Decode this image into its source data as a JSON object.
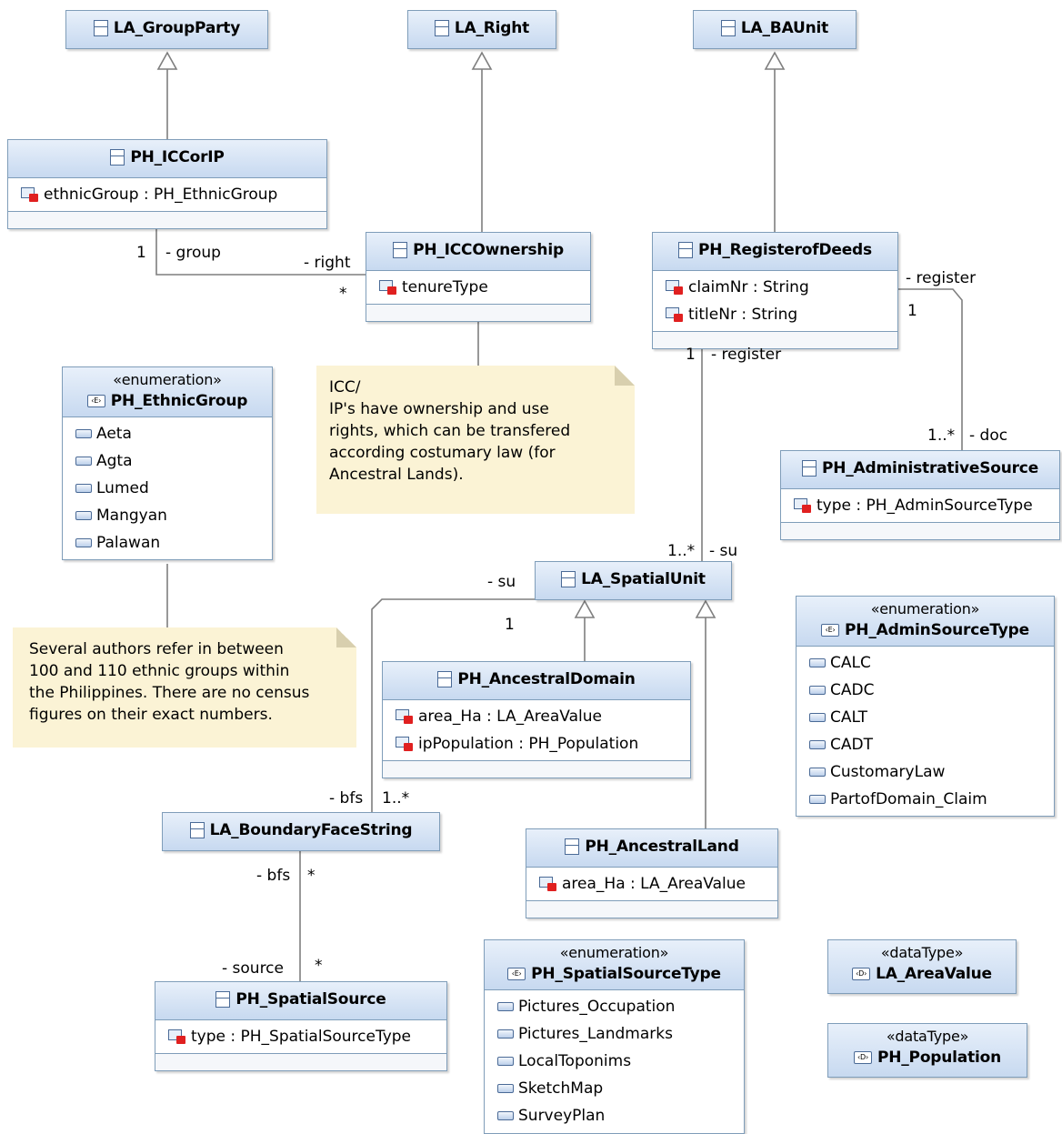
{
  "classes": {
    "la_group_party": {
      "name": "LA_GroupParty"
    },
    "la_right": {
      "name": "LA_Right"
    },
    "la_baunit": {
      "name": "LA_BAUnit"
    },
    "ph_icc_or_ip": {
      "name": "PH_ICCorIP",
      "attributes": [
        "ethnicGroup : PH_EthnicGroup"
      ]
    },
    "ph_icc_ownership": {
      "name": "PH_ICCOwnership",
      "attributes": [
        "tenureType"
      ]
    },
    "ph_register_of_deeds": {
      "name": "PH_RegisterofDeeds",
      "attributes": [
        "claimNr : String",
        "titleNr : String"
      ]
    },
    "ph_administrative_source": {
      "name": "PH_AdministrativeSource",
      "attributes": [
        "type : PH_AdminSourceType"
      ]
    },
    "la_spatial_unit": {
      "name": "LA_SpatialUnit"
    },
    "ph_ancestral_domain": {
      "name": "PH_AncestralDomain",
      "attributes": [
        "area_Ha : LA_AreaValue",
        "ipPopulation : PH_Population"
      ]
    },
    "la_boundary_face_string": {
      "name": "LA_BoundaryFaceString"
    },
    "ph_ancestral_land": {
      "name": "PH_AncestralLand",
      "attributes": [
        "area_Ha : LA_AreaValue"
      ]
    },
    "ph_spatial_source": {
      "name": "PH_SpatialSource",
      "attributes": [
        "type : PH_SpatialSourceType"
      ]
    }
  },
  "enums": {
    "ph_ethnic_group": {
      "stereotype": "«enumeration»",
      "name": "PH_EthnicGroup",
      "literals": [
        "Aeta",
        "Agta",
        "Lumed",
        "Mangyan",
        "Palawan"
      ]
    },
    "ph_admin_source_type": {
      "stereotype": "«enumeration»",
      "name": "PH_AdminSourceType",
      "literals": [
        "CALC",
        "CADC",
        "CALT",
        "CADT",
        "CustomaryLaw",
        "PartofDomain_Claim"
      ]
    },
    "ph_spatial_source_type": {
      "stereotype": "«enumeration»",
      "name": "PH_SpatialSourceType",
      "literals": [
        "Pictures_Occupation",
        "Pictures_Landmarks",
        "LocalToponims",
        "SketchMap",
        "SurveyPlan"
      ]
    }
  },
  "datatypes": {
    "la_area_value": {
      "stereotype": "«dataType»",
      "name": "LA_AreaValue"
    },
    "ph_population": {
      "stereotype": "«dataType»",
      "name": "PH_Population"
    }
  },
  "notes": {
    "icc_note": [
      "ICC/",
      "IP's have ownership and use",
      "rights, which can be transfered",
      "according costumary law (for",
      "Ancestral Lands)."
    ],
    "ethnic_note": [
      "Several authors refer in between",
      "100 and 110 ethnic groups within",
      "the Philippines. There are no census",
      "figures on their exact numbers."
    ]
  },
  "icon_names": {
    "class": "class-icon",
    "enumeration": "enumeration-icon",
    "datatype": "datatype-icon",
    "attribute": "attribute-icon",
    "literal": "literal-icon"
  },
  "assoc_labels": {
    "group_mult": "1",
    "group_role": "- group",
    "right_role": "- right",
    "right_mult": "*",
    "register_role_right": "- register",
    "register_mult_right": "1",
    "register_mult_bottom": "1",
    "register_role_bottom": "- register",
    "doc_mult": "1..*",
    "doc_role": "- doc",
    "su_mult_top": "1..*",
    "su_role_top": "- su",
    "su_role_left": "- su",
    "su_mult_left": "1",
    "bfs_role_top": "- bfs",
    "bfs_mult_top": "1..*",
    "bfs_role_bottom": "- bfs",
    "bfs_mult_bottom": "*",
    "source_role": "- source",
    "source_mult": "*"
  },
  "colors": {
    "class_header_top": "#e8f0fa",
    "class_header_bottom": "#c7d9f0",
    "border": "#7f9db9",
    "note_bg": "#fbf3d5",
    "attr_marker": "#e02020"
  }
}
